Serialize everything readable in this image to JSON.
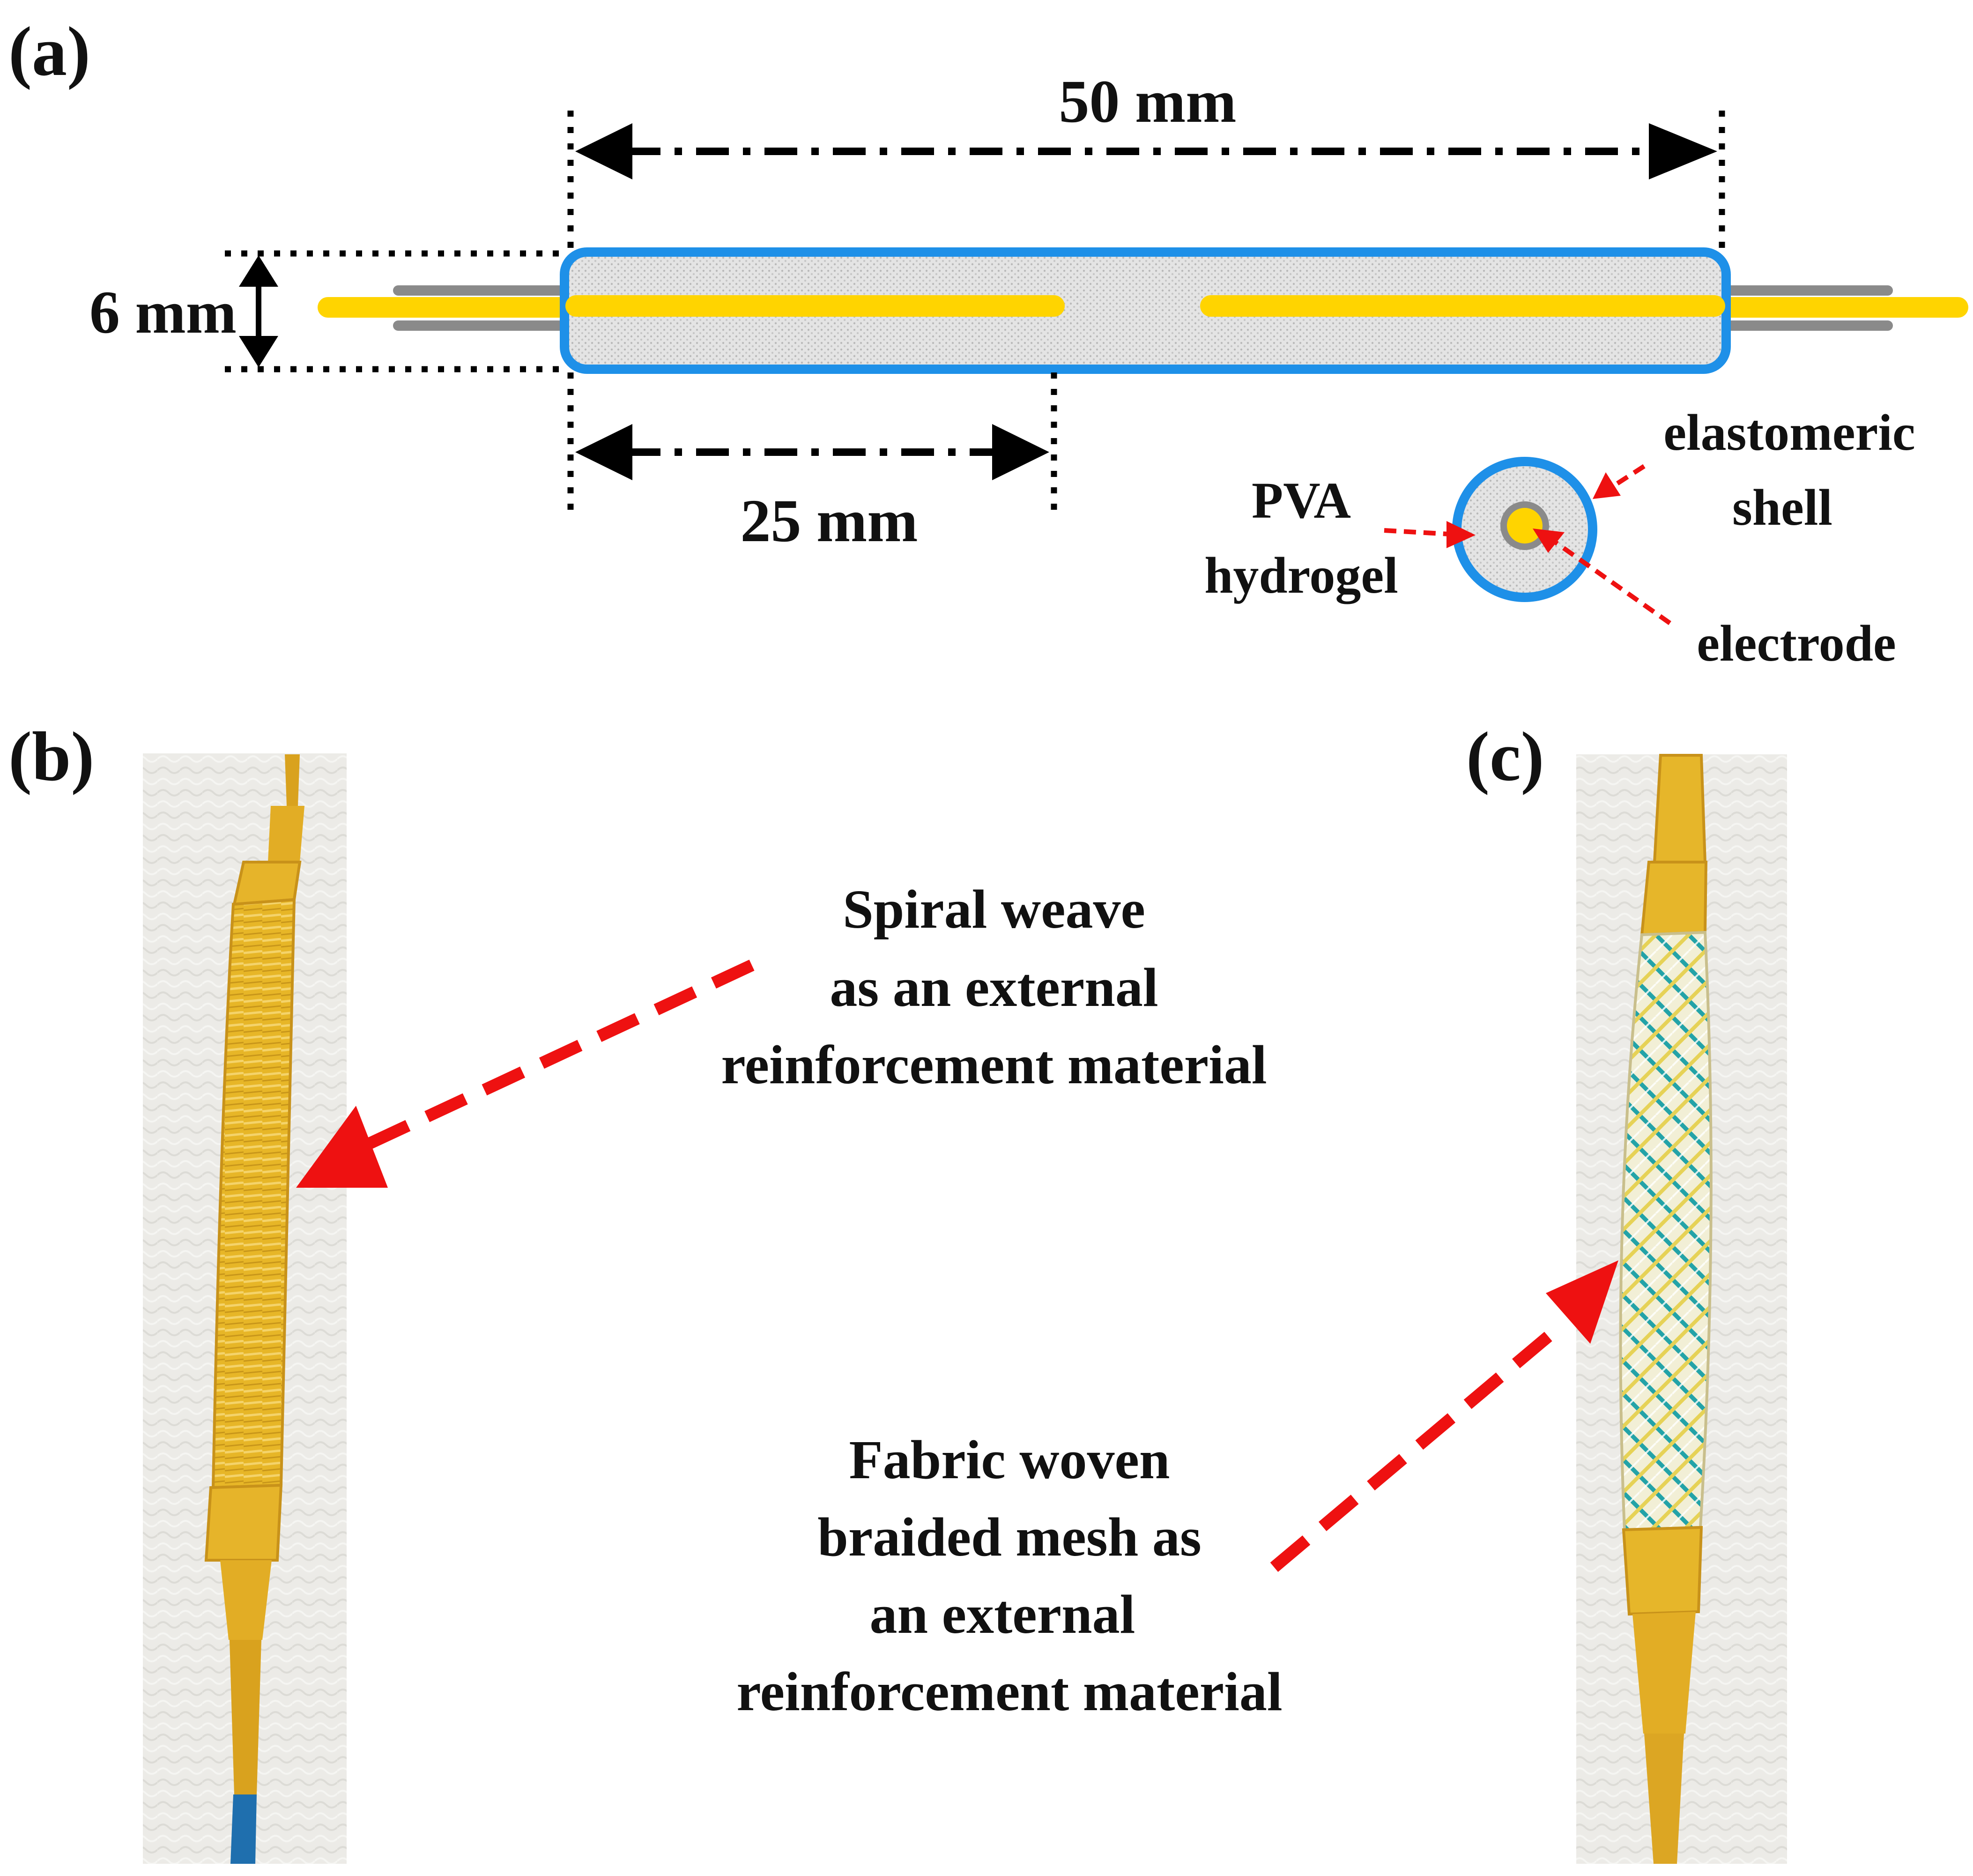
{
  "panels": {
    "a": "(a)",
    "b": "(b)",
    "c": "(c)"
  },
  "schematic": {
    "dim_length_total": "50 mm",
    "dim_length_half": "25 mm",
    "dim_diameter": "6 mm",
    "legend": {
      "hydrogel": [
        "PVA",
        "hydrogel"
      ],
      "shell": [
        "elastomeric",
        "shell"
      ],
      "electrode": "electrode"
    }
  },
  "photo_b": {
    "callout": [
      "Spiral weave",
      "as an external",
      "reinforcement material"
    ]
  },
  "photo_c": {
    "callout": [
      "Fabric woven",
      "braided mesh as",
      "an external",
      "reinforcement material"
    ]
  },
  "colors": {
    "shell_blue": "#1e90e8",
    "electrode_yellow": "#ffd400",
    "lead_grey": "#8a8a8a",
    "hydrogel_fill": "#e2e2e2",
    "arrow_red": "#ee1111",
    "dim_black": "#000000",
    "actuator_yellow": "#e6b62a",
    "mesh_teal": "#23a3a8"
  }
}
